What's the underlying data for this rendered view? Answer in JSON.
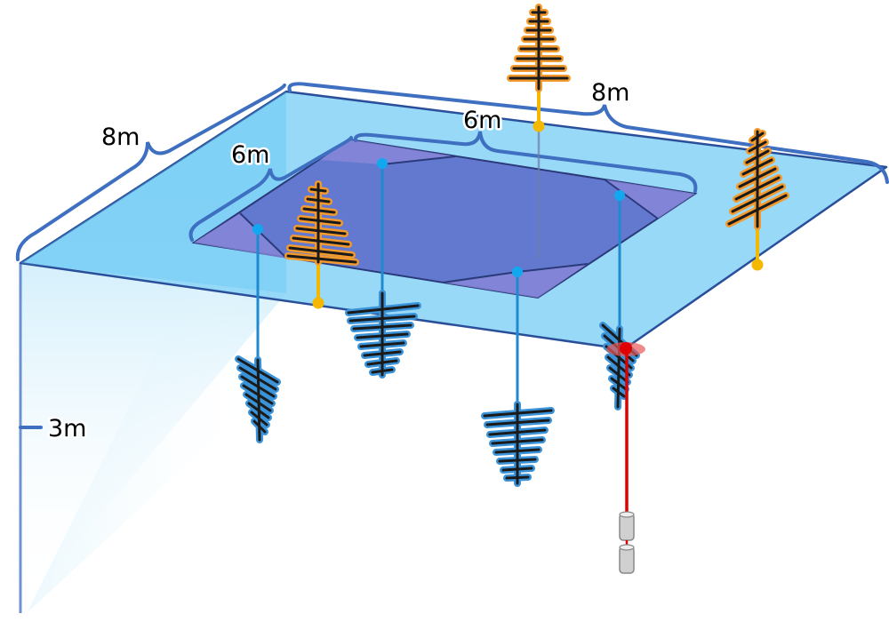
{
  "dimensions": {
    "outer_left_width": "8m",
    "outer_top_width": "8m",
    "inner_left_width": "6m",
    "inner_top_width": "6m",
    "depth": "3m"
  },
  "colors": {
    "outer_plane": "#8fd6f6",
    "outer_plane_edge": "#2a4f9a",
    "inner_square": "#6279cf",
    "inner_square_corner": "#8b88d8",
    "dimension_brace": "#3e6fc0",
    "depth_fade": "#c9ecfb",
    "underwater_antenna": "#1a1a1a",
    "underwater_antenna_glow": "#3a93d8",
    "surface_antenna": "#1a1a1a",
    "surface_antenna_glow": "#f29a2e",
    "underwater_feed": "#1f8ad0",
    "underwater_node": "#12a8ef",
    "surface_mast": "#f5b800",
    "surface_node": "#f5b800",
    "transmitter_line": "#e00000",
    "transmitter_node": "#e00000",
    "probe_body": "#c8c8c8"
  },
  "elements": {
    "underwater_antennas": [
      "log-periodic",
      "log-periodic",
      "log-periodic",
      "log-periodic"
    ],
    "surface_antennas": [
      "log-periodic",
      "log-periodic",
      "log-periodic"
    ],
    "transmitter": "red-line-with-cylindrical-probes"
  }
}
